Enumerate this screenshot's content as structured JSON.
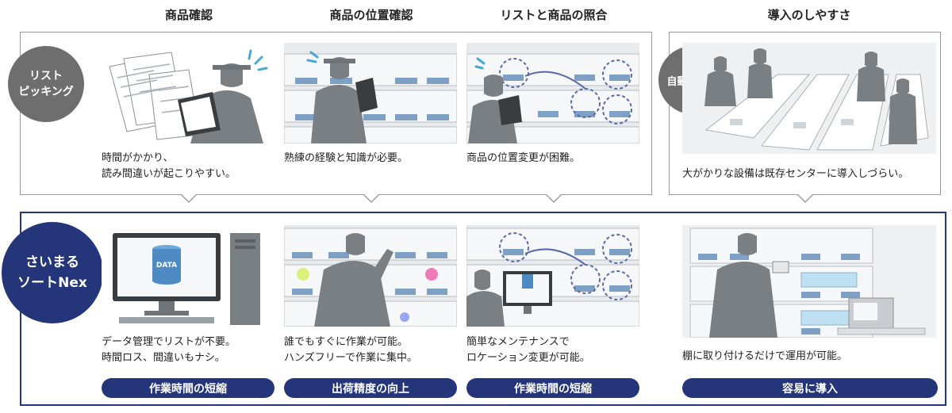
{
  "headers": [
    "商品確認",
    "商品の位置確認",
    "リストと商品の照合",
    "導入のしやすさ"
  ],
  "top": {
    "circle_label": "リスト\nピッキング",
    "auto_label": "自動化倉庫",
    "captions": [
      "時間がかかり、\n読み間違いが起こりやすい。",
      "熟練の経験と知識が必要。",
      "商品の位置変更が困難。",
      "大がかりな設備は既存センターに導入しづらい。"
    ]
  },
  "bottom": {
    "circle_label": "さいまる\nソートNex",
    "data_label": "DATA",
    "captions": [
      "データ管理でリストが不要。\n時間ロス、間違いもナシ。",
      "誰でもすぐに作業が可能。\nハンズフリーで作業に集中。",
      "簡単なメンテナンスで\nロケーション変更が可能。",
      "棚に取り付けるだけで運用が可能。"
    ],
    "badges": [
      "作業時間の短縮",
      "出荷精度の向上",
      "作業時間の短縮",
      "容易に導入"
    ]
  },
  "colors": {
    "navy": "#24357a",
    "gray_circle": "#6e6e6e",
    "figure": "#7a7f84",
    "illustration_bg": "#e8ebee"
  }
}
